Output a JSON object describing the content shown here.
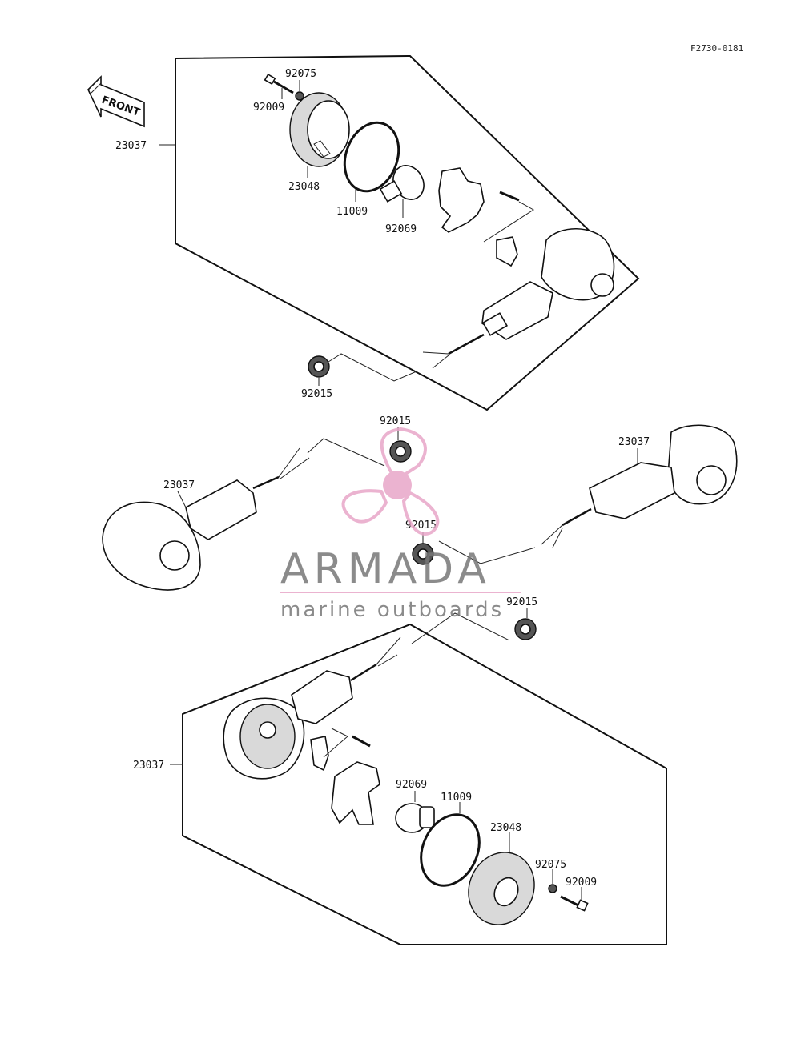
{
  "figure_code": "F2730-0181",
  "front_label": "FRONT",
  "part_labels": {
    "housing": "23037",
    "screw": "92009",
    "washer": "92075",
    "lens": "23048",
    "gasket": "11009",
    "bulb": "92069",
    "nut": "92015"
  },
  "watermark": {
    "brand": "ARMADA",
    "tagline": "marine outboards",
    "accent_color": "#e8a6c8",
    "text_color": "#777777"
  }
}
